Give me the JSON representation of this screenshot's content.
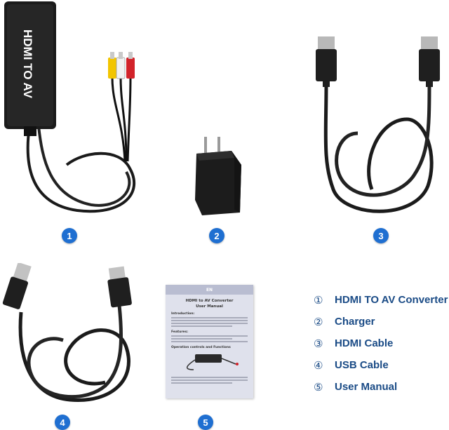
{
  "converter": {
    "label": "HDMI TO AV"
  },
  "badges": [
    "1",
    "2",
    "3",
    "4",
    "5"
  ],
  "manual": {
    "lang": "EN",
    "title_line1": "HDMI to AV Converter",
    "title_line2": "User Manual",
    "section_intro": "Introduction:",
    "section_features": "Features:",
    "section_ops": "Operation controls and Functions"
  },
  "legend": [
    {
      "num": "①",
      "label": "HDMI TO AV Converter"
    },
    {
      "num": "②",
      "label": "Charger"
    },
    {
      "num": "③",
      "label": "HDMI Cable"
    },
    {
      "num": "④",
      "label": "USB Cable"
    },
    {
      "num": "⑤",
      "label": "User Manual"
    }
  ],
  "colors": {
    "badge": "#1f6fd1",
    "legend_text": "#1a4b86"
  }
}
